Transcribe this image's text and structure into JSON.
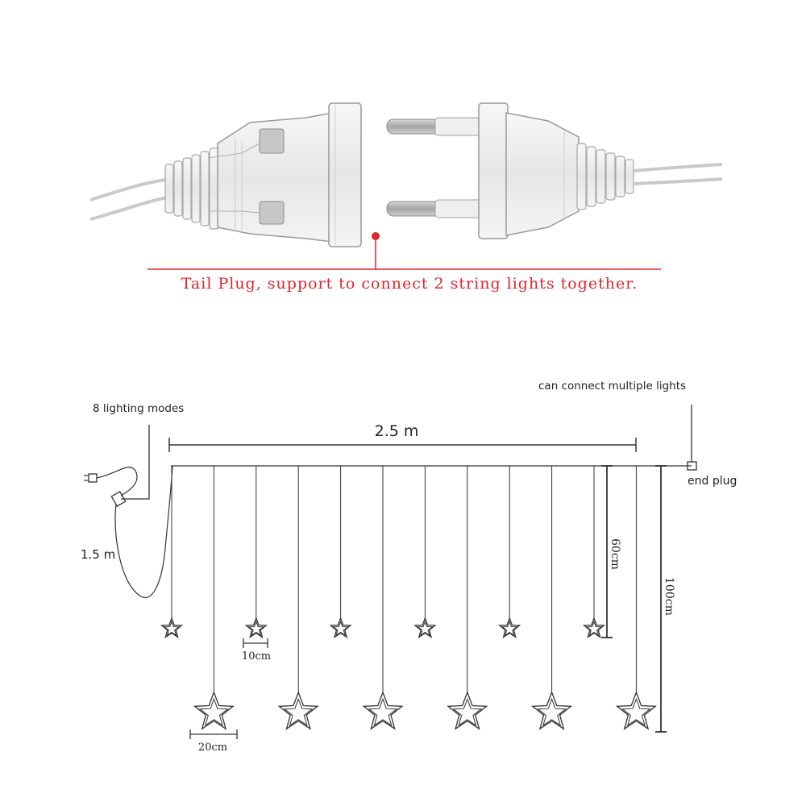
{
  "caption": {
    "text": "Tail Plug, support to connect 2 string lights together.",
    "color": "#e0262e"
  },
  "labels": {
    "lighting_modes": "8 lighting modes",
    "connect_multiple": "can connect multiple lights",
    "end_plug": "end plug",
    "width": "2.5 m",
    "cable_length": "1.5 m",
    "short_drop": "60cm",
    "long_drop": "100cm",
    "small_star_size": "10cm",
    "large_star_size": "20cm"
  },
  "strands": {
    "small_star_count": 6,
    "large_star_count": 6
  },
  "colors": {
    "line": "#333333",
    "plug_fill": "#f1f1f1",
    "plug_stroke": "#9a9a9a",
    "pin": "#b0b0b0"
  }
}
